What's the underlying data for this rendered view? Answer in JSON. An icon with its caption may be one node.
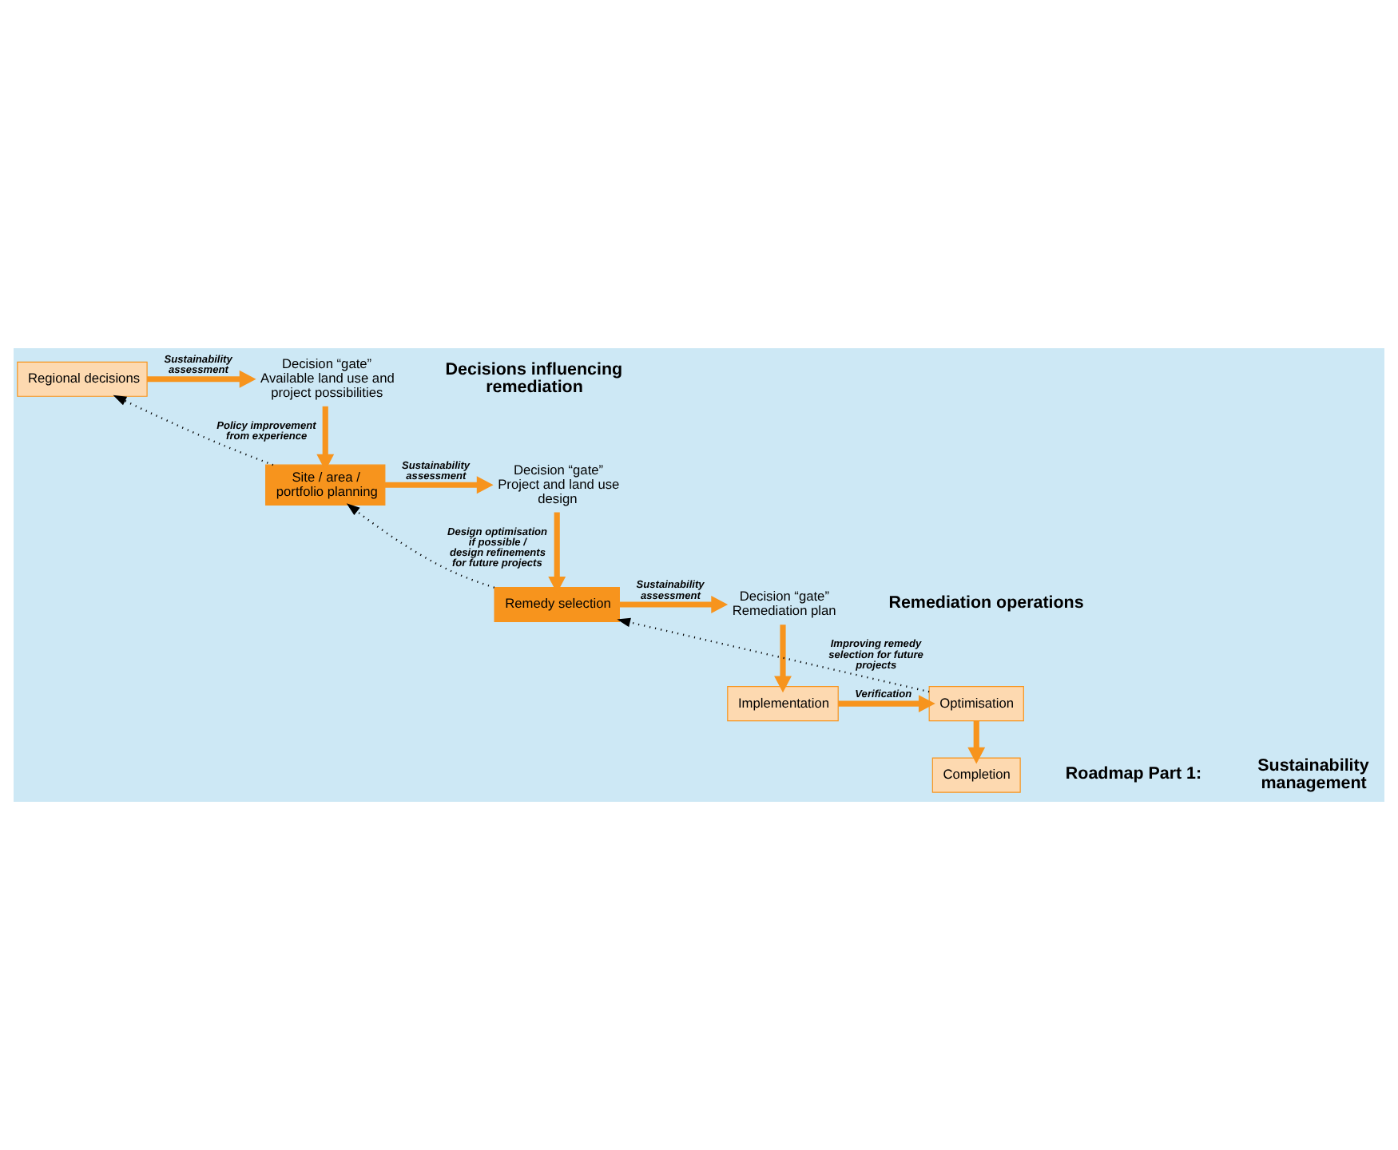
{
  "diagram": {
    "nodes": [
      {
        "text": [
          "Regional decisions"
        ]
      },
      {
        "text": [
          "Decision “gate” Available land use and project possibilities"
        ]
      },
      {
        "text": [
          "Site / area / portfolio planning"
        ]
      },
      {
        "text": [
          "Decision “gate” Project and land use design"
        ]
      },
      {
        "text": [
          "Remedy selection"
        ]
      },
      {
        "text": [
          "Decision “gate” Remediation plan"
        ]
      },
      {
        "text": [
          "Implementation"
        ]
      },
      {
        "text": [
          "Optimisation"
        ]
      },
      {
        "text": [
          "Completion"
        ]
      }
    ],
    "edges": [
      {
        "from": 0,
        "to": 1,
        "arrow": "to",
        "label": "Sustainability assessment"
      },
      {
        "from": 1,
        "to": 2,
        "arrow": "to"
      },
      {
        "from": 2,
        "to": 3,
        "arrow": "to",
        "label": "Sustainability assessment"
      },
      {
        "from": 3,
        "to": 4,
        "arrow": "to"
      },
      {
        "from": 4,
        "to": 5,
        "arrow": "to",
        "label": "Sustainability assessment"
      },
      {
        "from": 5,
        "to": 6,
        "arrow": "to"
      },
      {
        "from": 6,
        "to": 7,
        "arrow": "to",
        "label": "Verification"
      },
      {
        "from": 7,
        "to": 8,
        "arrow": "to"
      },
      {
        "from": 2,
        "to": 0,
        "arrow": "to",
        "label": "Policy improvement from experience",
        "style": "dashed",
        "color": "#000000"
      },
      {
        "from": 4,
        "to": 2,
        "arrow": "to",
        "label": "Design optimisation if possible /  design refinements for future projects",
        "style": "dashed",
        "color": "#000000"
      },
      {
        "from": 7,
        "to": 4,
        "arrow": "to",
        "label": "Improving remedy selection for future projects",
        "style": "dashed",
        "color": "#000000"
      }
    ],
    "labels": [
      "Decisions influencing remediation",
      "Remediation operations",
      "Roadmap Part 1:",
      "Sustainability management"
    ]
  }
}
